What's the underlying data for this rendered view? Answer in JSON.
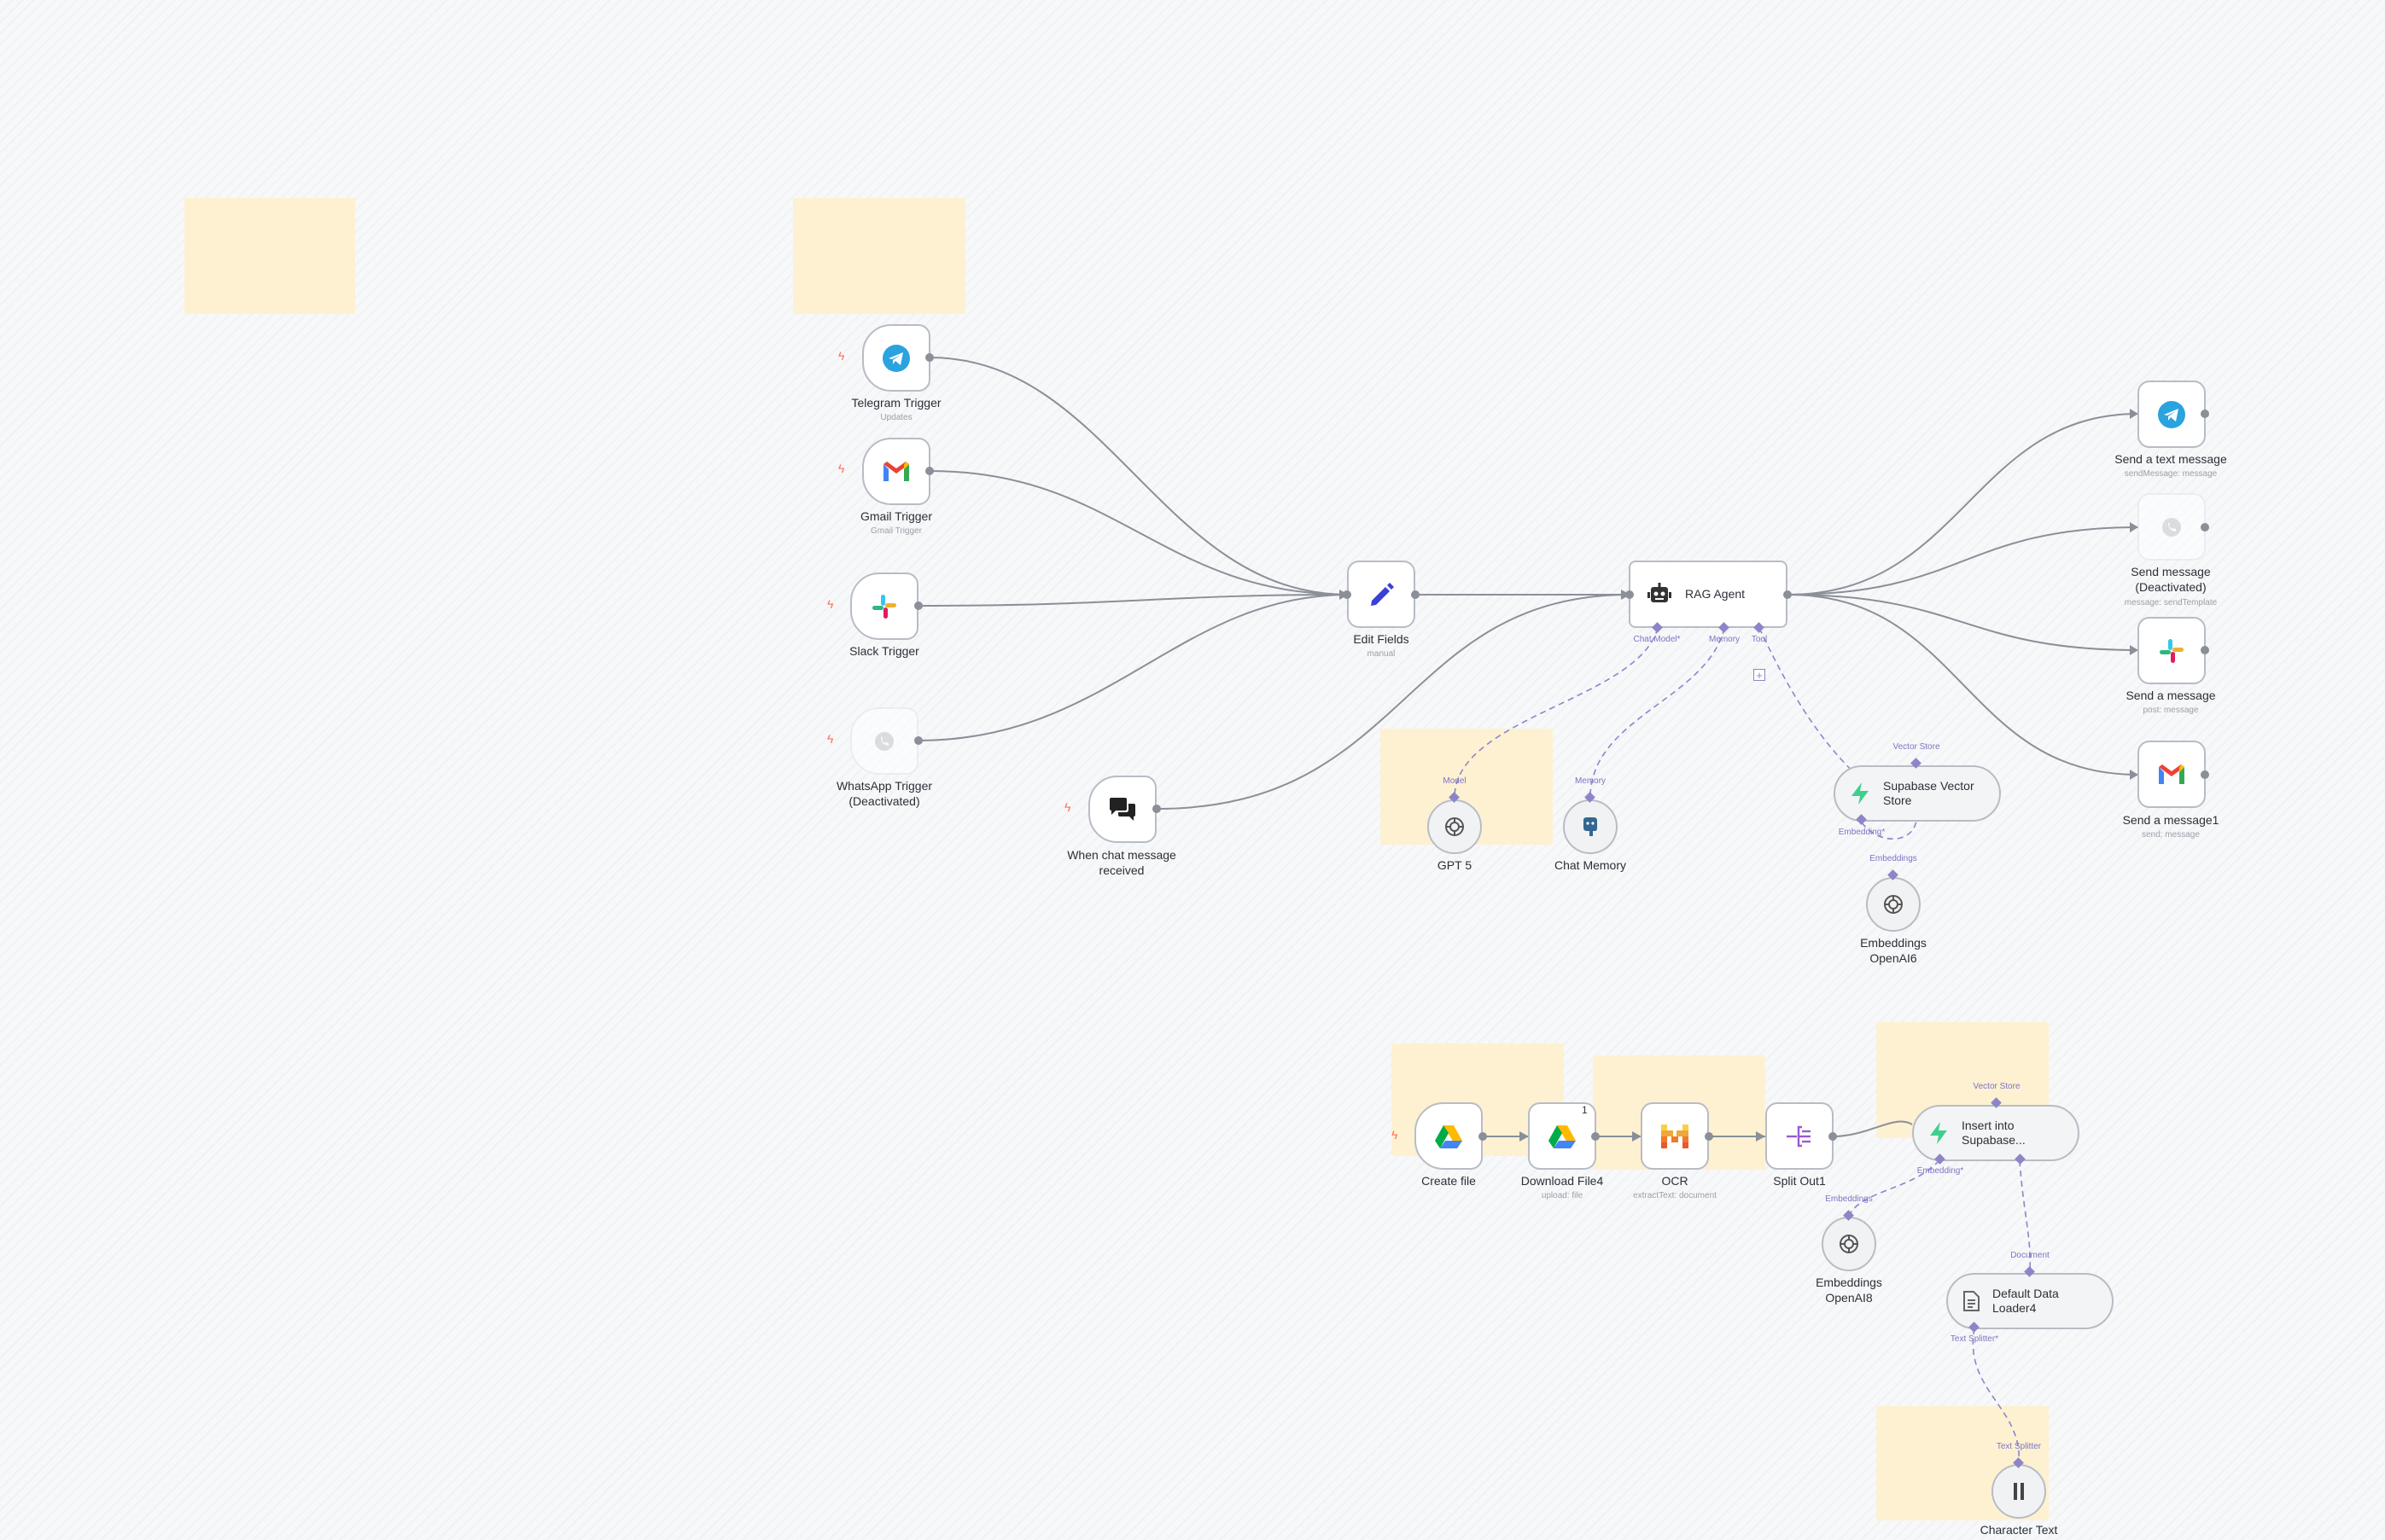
{
  "nodes": {
    "telegram_trigger": {
      "title": "Telegram Trigger",
      "subtitle": "Updates"
    },
    "gmail_trigger": {
      "title": "Gmail Trigger",
      "subtitle": "Gmail Trigger"
    },
    "slack_trigger": {
      "title": "Slack Trigger"
    },
    "whatsapp_trigger": {
      "title": "WhatsApp Trigger (Deactivated)"
    },
    "chat_trigger": {
      "title": "When chat message received"
    },
    "edit_fields": {
      "title": "Edit Fields",
      "subtitle": "manual"
    },
    "rag_agent": {
      "title": "RAG Agent",
      "port_labels": [
        "Chat Model*",
        "Memory",
        "Tool"
      ]
    },
    "gpt5": {
      "title": "GPT 5",
      "port_label": "Model"
    },
    "chat_memory": {
      "title": "Chat Memory",
      "port_label": "Memory"
    },
    "supabase_store": {
      "title": "Supabase Vector Store",
      "top_label": "Vector Store",
      "port_label": "Embedding*"
    },
    "embeddings_1": {
      "title": "Embeddings OpenAI6",
      "port_label": "Embeddings"
    },
    "send_telegram": {
      "title": "Send a text message",
      "subtitle": "sendMessage: message"
    },
    "send_whatsapp": {
      "title": "Send message (Deactivated)",
      "subtitle": "message: sendTemplate"
    },
    "send_slack": {
      "title": "Send a message",
      "subtitle": "post: message"
    },
    "send_gmail": {
      "title": "Send a message1",
      "subtitle": "send: message"
    },
    "create_file": {
      "title": "Create file"
    },
    "download_file": {
      "title": "Download File4",
      "subtitle": "upload: file",
      "badge": "1"
    },
    "ocr": {
      "title": "OCR",
      "subtitle": "extractText: document"
    },
    "split_out": {
      "title": "Split Out1"
    },
    "insert_supabase": {
      "title": "Insert into Supabase...",
      "top_label": "Vector Store",
      "port_label": "Embedding*"
    },
    "embeddings_2": {
      "title": "Embeddings OpenAI8",
      "port_label": "Embeddings"
    },
    "data_loader": {
      "title": "Default Data Loader4",
      "top_label": "Document",
      "port_label": "Text Splitter*"
    },
    "char_splitter": {
      "title": "Character Text",
      "top_label": "Text Splitter"
    }
  },
  "icons": {
    "telegram": "telegram-icon",
    "gmail": "gmail-icon",
    "slack": "slack-icon",
    "whatsapp": "whatsapp-icon",
    "chat": "chat-bubbles-icon",
    "edit": "pencil-icon",
    "agent": "robot-icon",
    "openai": "openai-icon",
    "postgres": "postgres-icon",
    "supabase": "supabase-icon",
    "drive": "google-drive-icon",
    "mistral": "mistral-icon",
    "split": "split-out-icon",
    "document": "document-icon",
    "splitter": "text-splitter-icon"
  },
  "colors": {
    "trigger_bolt": "#ff6d5a",
    "edge": "#8a8f98",
    "sub_edge": "#8c86c8",
    "sticky": "#fdf1d2",
    "telegram": "#2aa3df",
    "supabase": "#3ecf8e"
  }
}
